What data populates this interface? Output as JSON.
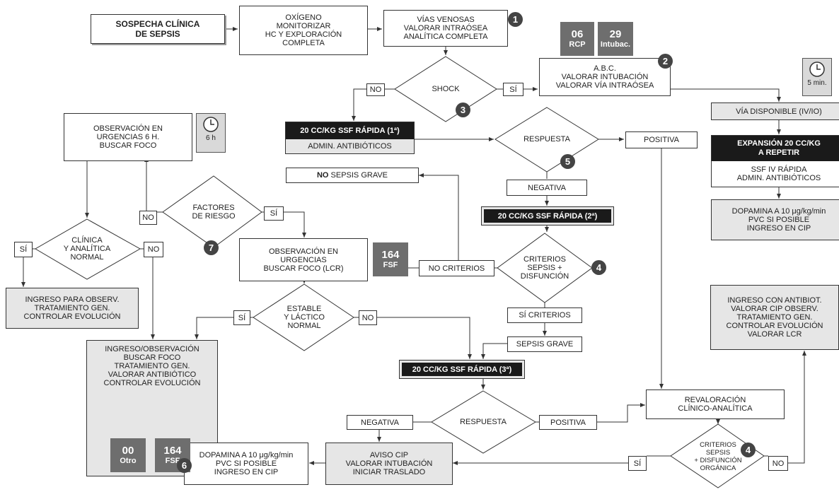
{
  "boxes": {
    "sospecha": "SOSPECHA CLÍNICA\nDE SEPSIS",
    "oxigeno": "OXÍGENO\nMONITORIZAR\nHC Y EXPLORACIÓN\nCOMPLETA",
    "vias": "VÍAS VENOSAS\nVALORAR INTRAÓSEA\nANALÍTICA COMPLETA",
    "abc": "A.B.C.\nVALORAR INTUBACIÓN\nVALORAR VÍA INTRAÓSEA",
    "via_disponible": "VÍA DISPONIBLE (IV/IO)",
    "expansion_title": "EXPANSIÓN 20 CC/KG\nA REPETIR",
    "expansion_body": "SSF IV RÁPIDA\nADMIN. ANTIBIÓTICOS",
    "dopamina_right": "DOPAMINA A 10 μg/kg/min\nPVC SI POSIBLE\nINGRESO EN CIP",
    "ssf1_title": "20 CC/KG SSF RÁPIDA (1ª)",
    "ssf1_body": "ADMIN. ANTIBIÓTICOS",
    "observacion6h": "OBSERVACIÓN EN\nURGENCIAS 6 H.\nBUSCAR FOCO",
    "no_sepsis_bold": "NO",
    "no_sepsis_rest": " SEPSIS GRAVE",
    "negativa1": "NEGATIVA",
    "positiva1": "POSITIVA",
    "ssf2": "20 CC/KG SSF RÁPIDA (2ª)",
    "observacion_lcr": "OBSERVACIÓN EN\nURGENCIAS\nBUSCAR FOCO (LCR)",
    "no_criterios": "NO CRITERIOS",
    "si_criterios": "SÍ CRITERIOS",
    "sepsis_grave": "SEPSIS GRAVE",
    "ssf3": "20 CC/KG SSF RÁPIDA (3ª)",
    "ingreso_observ": "INGRESO PARA OBSERV.\nTRATAMIENTO GEN.\nCONTROLAR EVOLUCIÓN",
    "ingreso_observacion": "INGRESO/OBSERVACIÓN\nBUSCAR FOCO\nTRATAMIENTO GEN.\nVALORAR ANTIBIÓTICO\nCONTROLAR EVOLUCIÓN",
    "ingreso_antibiot": "INGRESO CON ANTIBIOT.\nVALORAR CIP OBSERV.\nTRATAMIENTO GEN.\nCONTROLAR EVOLUCIÓN\nVALORAR LCR",
    "revaloracion": "REVALORACIÓN\nCLÍNICO-ANALÍTICA",
    "negativa2": "NEGATIVA",
    "positiva2": "POSITIVA",
    "aviso_cip": "AVISO CIP\nVALORAR INTUBACIÓN\nINICIAR TRASLADO",
    "dopamina_left": "DOPAMINA A 10 μg/kg/min\nPVC SI POSIBLE\nINGRESO EN CIP"
  },
  "diamonds": {
    "shock": "SHOCK",
    "respuesta1": "RESPUESTA",
    "factores": "FACTORES\nDE RIESGO",
    "clinica": "CLÍNICA\nY ANALÍTICA\nNORMAL",
    "criterios1": "CRITERIOS\nSEPSIS +\nDISFUNCIÓN",
    "estable": "ESTABLE\nY LÁCTICO\nNORMAL",
    "respuesta2": "RESPUESTA",
    "criterios2": "CRITERIOS\nSEPSIS\n+ DISFUNCIÓN\nORGÁNICA"
  },
  "labels": {
    "no_shock": "NO",
    "si_shock": "SÍ",
    "no_factores": "NO",
    "si_factores": "SÍ",
    "si_clinica": "SÍ",
    "no_clinica": "NO",
    "si_estable": "SÍ",
    "no_estable": "NO",
    "si_criterios2": "SÍ",
    "no_criterios2": "NO"
  },
  "tiles": {
    "rcp": {
      "num": "06",
      "code": "RCP"
    },
    "intubac": {
      "num": "29",
      "code": "Intubac."
    },
    "fsf_mid": {
      "num": "164",
      "code": "FSF"
    },
    "otro": {
      "num": "00",
      "code": "Otro"
    },
    "fsf_bottom": {
      "num": "164",
      "code": "FSF"
    }
  },
  "clocks": {
    "five_min": "5 min.",
    "six_h": "6 h"
  },
  "badges": {
    "b1": "1",
    "b2": "2",
    "b3": "3",
    "b4a": "4",
    "b4b": "4",
    "b5": "5",
    "b6": "6",
    "b7": "7"
  },
  "colors": {
    "line": "#333333",
    "box_gray": "#e6e6e6",
    "tile_gray": "#6e6e6e",
    "bar_black": "#1a1a1a",
    "badge": "#444444"
  }
}
